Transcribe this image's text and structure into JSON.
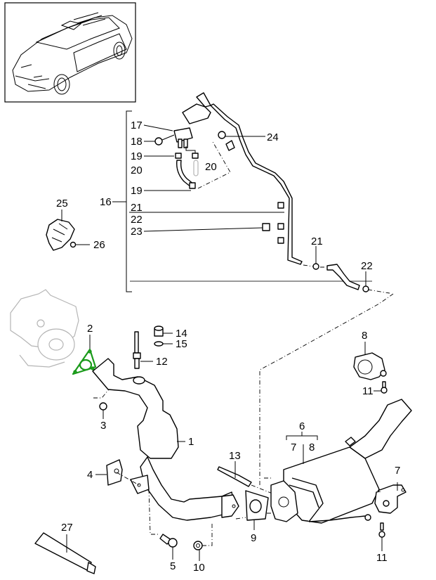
{
  "diagram": {
    "title_image": "vehicle-overview-suv",
    "highlight_color": "#1a9a1a",
    "callouts": [
      {
        "id": "c17",
        "text": "17"
      },
      {
        "id": "c18",
        "text": "18"
      },
      {
        "id": "c19a",
        "text": "19"
      },
      {
        "id": "c20a",
        "text": "20"
      },
      {
        "id": "c20b",
        "text": "20"
      },
      {
        "id": "c19b",
        "text": "19"
      },
      {
        "id": "c24",
        "text": "24"
      },
      {
        "id": "c16",
        "text": "16"
      },
      {
        "id": "c21a",
        "text": "21"
      },
      {
        "id": "c22a",
        "text": "22"
      },
      {
        "id": "c23",
        "text": "23"
      },
      {
        "id": "c25",
        "text": "25"
      },
      {
        "id": "c26",
        "text": "26"
      },
      {
        "id": "c21b",
        "text": "21"
      },
      {
        "id": "c22b",
        "text": "22"
      },
      {
        "id": "c2",
        "text": "2"
      },
      {
        "id": "c14",
        "text": "14"
      },
      {
        "id": "c15",
        "text": "15"
      },
      {
        "id": "c12",
        "text": "12"
      },
      {
        "id": "c3",
        "text": "3"
      },
      {
        "id": "c1",
        "text": "1"
      },
      {
        "id": "c8a",
        "text": "8"
      },
      {
        "id": "c11a",
        "text": "11"
      },
      {
        "id": "c6",
        "text": "6"
      },
      {
        "id": "c7a",
        "text": "7"
      },
      {
        "id": "c8b",
        "text": "8"
      },
      {
        "id": "c13",
        "text": "13"
      },
      {
        "id": "c4",
        "text": "4"
      },
      {
        "id": "c7b",
        "text": "7"
      },
      {
        "id": "c9",
        "text": "9"
      },
      {
        "id": "c5",
        "text": "5"
      },
      {
        "id": "c10",
        "text": "10"
      },
      {
        "id": "c11b",
        "text": "11"
      },
      {
        "id": "c27",
        "text": "27"
      }
    ]
  }
}
